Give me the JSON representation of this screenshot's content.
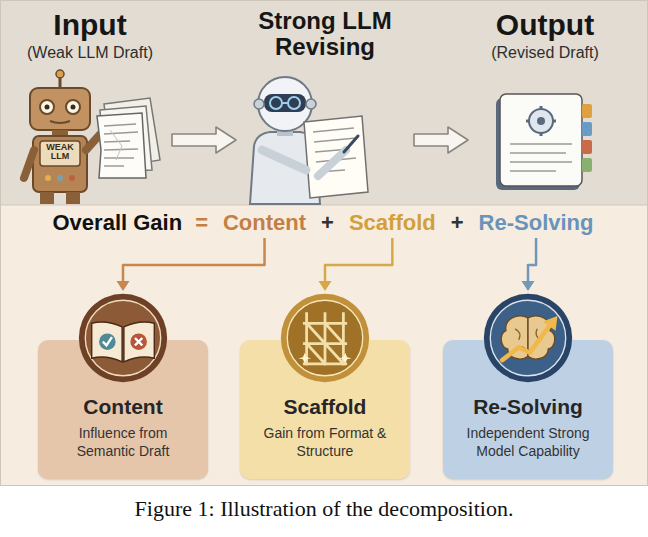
{
  "diagram": {
    "caption": "Figure 1: Illustration of the decomposition.",
    "nodes": [
      {
        "text": [
          "Input",
          "(Weak LLM Draft)"
        ]
      },
      {
        "text": [
          "Strong LLM Revising"
        ]
      },
      {
        "text": [
          "Output",
          "(Revised Draft)"
        ]
      },
      {
        "text": [
          "Content"
        ]
      },
      {
        "text": [
          "Scaffold"
        ]
      },
      {
        "text": [
          "Re-Solving"
        ]
      },
      {
        "text": [
          "Content",
          "Influence from Semantic Draft"
        ]
      },
      {
        "text": [
          "Scaffold",
          "Gain from Format & Structure"
        ]
      },
      {
        "text": [
          "Re-Solving",
          "Independent Strong Model Capability"
        ]
      }
    ],
    "edges": [
      {
        "from": 0,
        "to": 1,
        "arrow": "to"
      },
      {
        "from": 1,
        "to": 2,
        "arrow": "to"
      },
      {
        "from": 3,
        "to": 6,
        "arrow": "to"
      },
      {
        "from": 4,
        "to": 7,
        "arrow": "to"
      },
      {
        "from": 5,
        "to": 8,
        "arrow": "to"
      }
    ],
    "labels": [
      "WEAK LLM",
      "Overall Gain",
      "=",
      "+",
      "+"
    ]
  }
}
